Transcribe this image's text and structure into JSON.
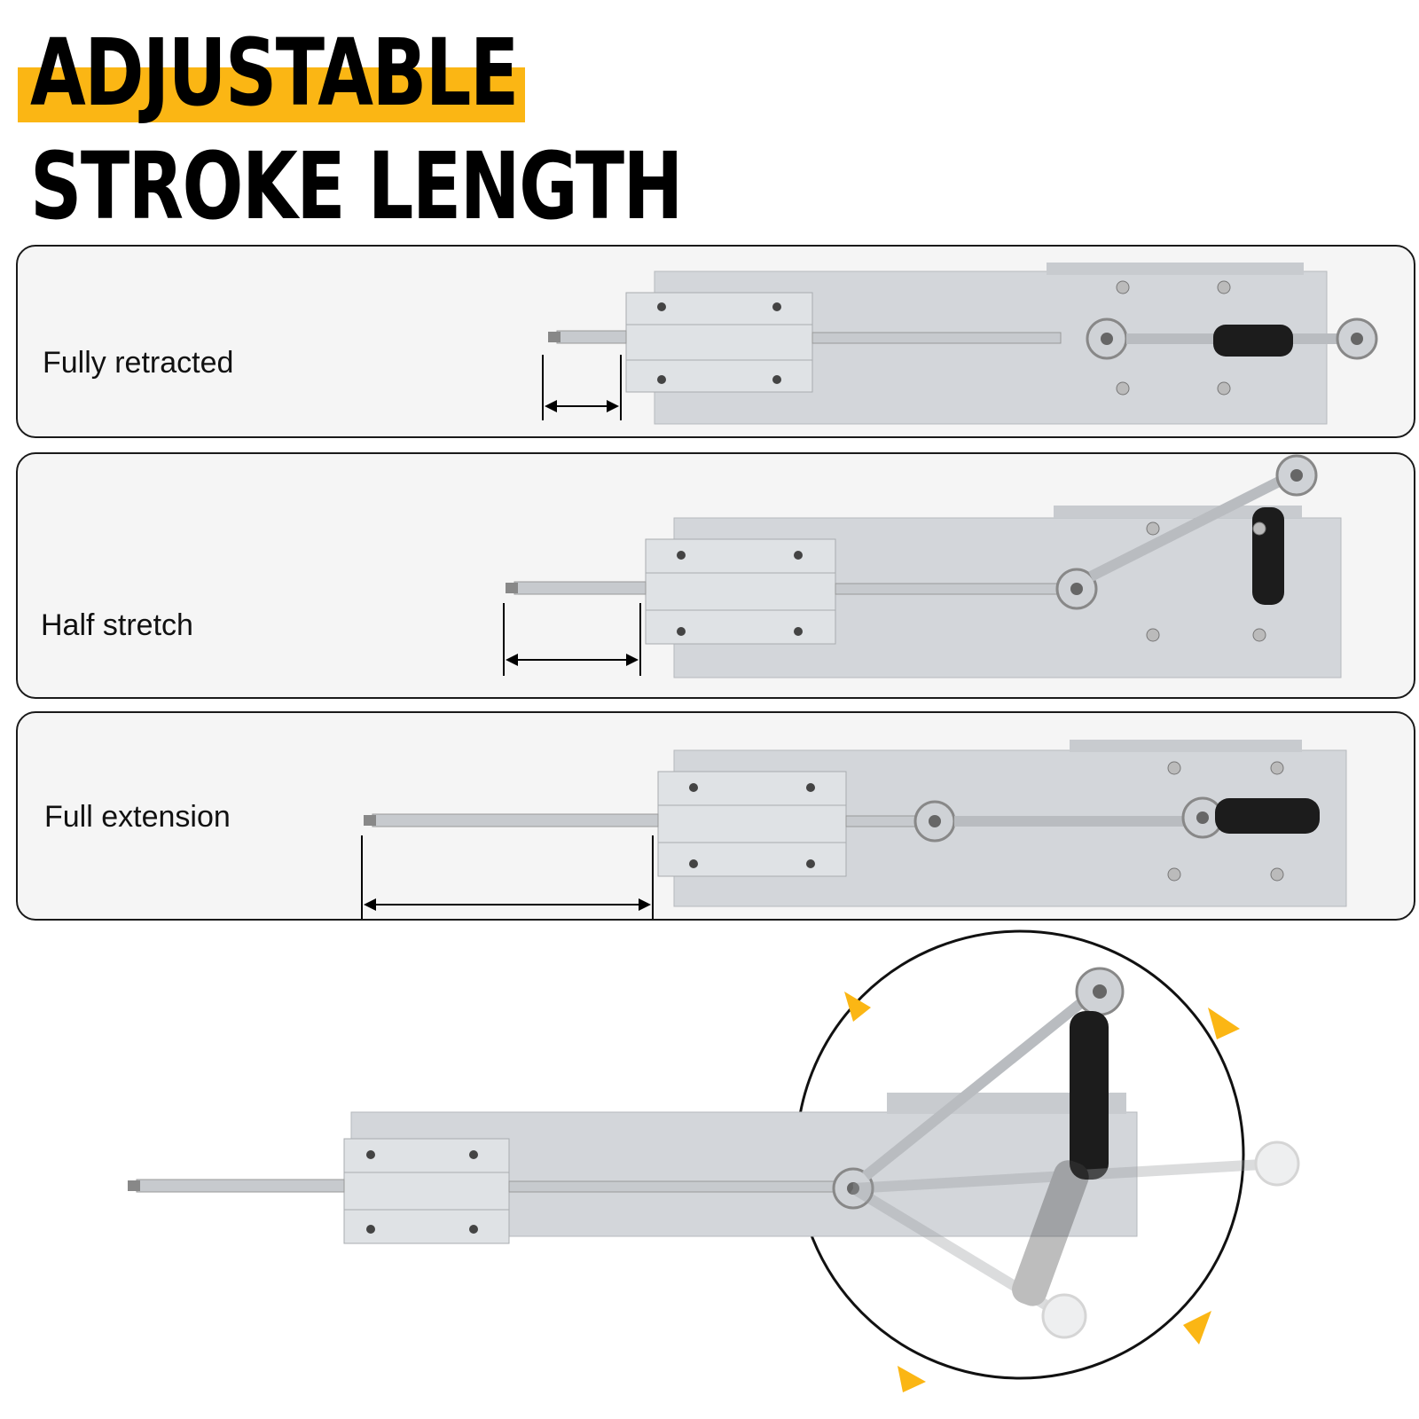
{
  "headline": {
    "line1": "ADJUSTABLE",
    "line2": "STROKE LENGTH"
  },
  "panels": [
    {
      "label": "Fully retracted"
    },
    {
      "label": "Half stretch"
    },
    {
      "label": "Full extension"
    }
  ],
  "colors": {
    "accent": "#fbb614",
    "aluminum": "#d3d6da",
    "dark_part": "#1c1c1c",
    "panel_bg": "#f5f5f5"
  },
  "icons": [
    "dimension-arrow-icon",
    "rotation-arrow-icon"
  ]
}
